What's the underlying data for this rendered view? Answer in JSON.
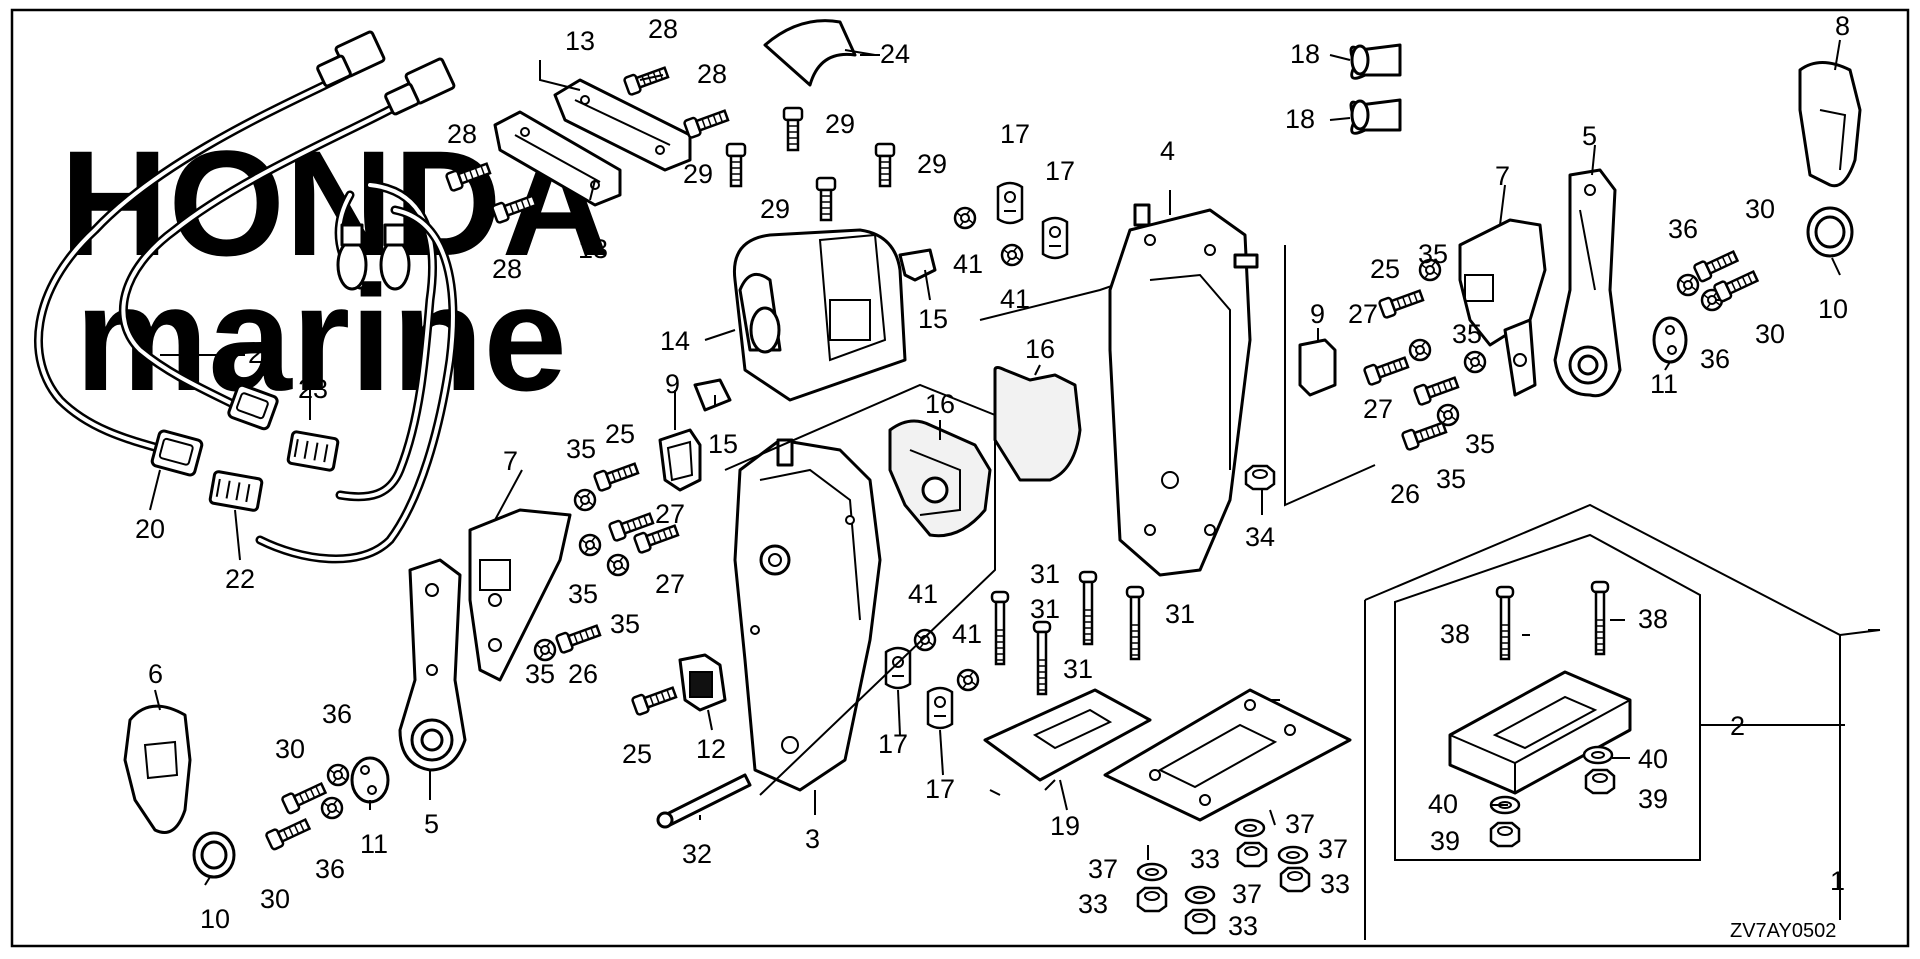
{
  "diagram_code": "ZV7AY0502",
  "watermark": {
    "line1": "HONDA",
    "line2": "marine"
  },
  "callouts": {
    "p1": "1",
    "p2": "2",
    "p3": "3",
    "p4": "4",
    "p5a": "5",
    "p5b": "5",
    "p6": "6",
    "p7a": "7",
    "p7b": "7",
    "p8": "8",
    "p9a": "9",
    "p9b": "9",
    "p10a": "10",
    "p10b": "10",
    "p11a": "11",
    "p11b": "11",
    "p12": "12",
    "p13a": "13",
    "p13b": "13",
    "p14": "14",
    "p15a": "15",
    "p15b": "15",
    "p16a": "16",
    "p16b": "16",
    "p17a": "17",
    "p17b": "17",
    "p17c": "17",
    "p17d": "17",
    "p18a": "18",
    "p18b": "18",
    "p19": "19",
    "p20": "20",
    "p21": "21",
    "p22": "22",
    "p23": "23",
    "p24": "24",
    "p25a": "25",
    "p25b": "25",
    "p25c": "25",
    "p26a": "26",
    "p26b": "26",
    "p27a": "27",
    "p27b": "27",
    "p27c": "27",
    "p27d": "27",
    "p28a": "28",
    "p28b": "28",
    "p28c": "28",
    "p28d": "28",
    "p29a": "29",
    "p29b": "29",
    "p29c": "29",
    "p29d": "29",
    "p30a": "30",
    "p30b": "30",
    "p30c": "30",
    "p30d": "30",
    "p31a": "31",
    "p31b": "31",
    "p31c": "31",
    "p31d": "31",
    "p32": "32",
    "p33a": "33",
    "p33b": "33",
    "p33c": "33",
    "p33d": "33",
    "p34": "34",
    "p35a": "35",
    "p35b": "35",
    "p35c": "35",
    "p35d": "35",
    "p35e": "35",
    "p35f": "35",
    "p35g": "35",
    "p35h": "35",
    "p36a": "36",
    "p36b": "36",
    "p36c": "36",
    "p36d": "36",
    "p37a": "37",
    "p37b": "37",
    "p37c": "37",
    "p37d": "37",
    "p38a": "38",
    "p38b": "38",
    "p39a": "39",
    "p39b": "39",
    "p40a": "40",
    "p40b": "40",
    "p41a": "41",
    "p41b": "41",
    "p41c": "41",
    "p41d": "41"
  }
}
